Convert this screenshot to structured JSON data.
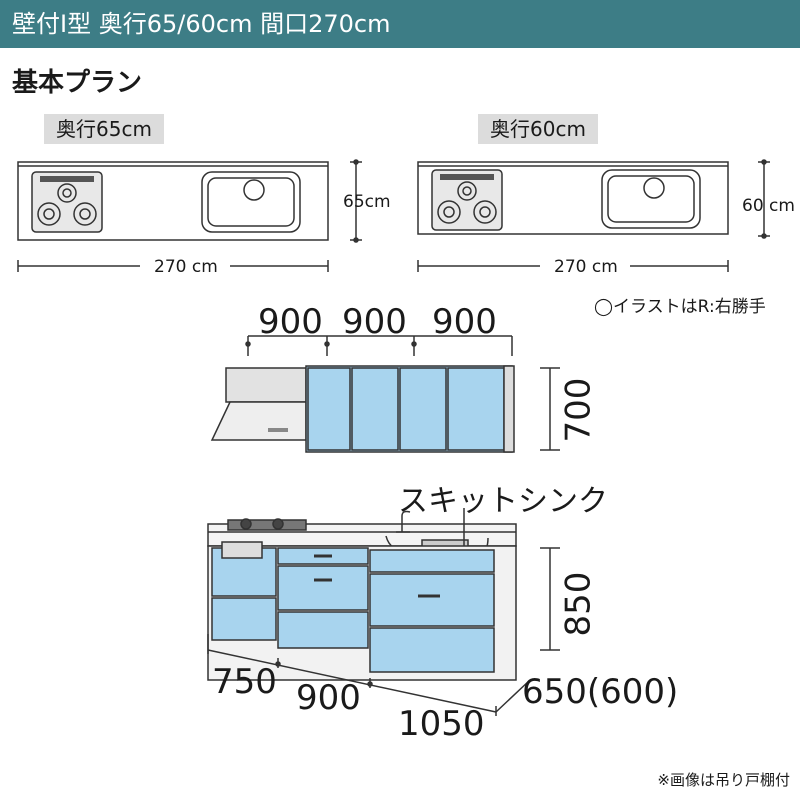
{
  "header": {
    "title": "壁付I型 奥行65/60cm 間口270cm"
  },
  "plan": {
    "section_title": "基本プラン",
    "left": {
      "depth_label": "奥行65cm",
      "depth_dim": "65cm",
      "width_dim": "270",
      "width_unit": "cm"
    },
    "right": {
      "depth_label": "奥行60cm",
      "depth_dim": "60",
      "depth_unit": "cm",
      "width_dim": "270",
      "width_unit": "cm"
    },
    "illustration_note": "◯イラストはR:右勝手"
  },
  "elevation": {
    "wall_cabinet_widths": [
      "900",
      "900",
      "900"
    ],
    "wall_cabinet_height": "700",
    "sink_label": "スキットシンク",
    "base_height": "850",
    "base_widths": [
      "750",
      "900",
      "1050"
    ],
    "base_depth": "650(600)"
  },
  "footer": {
    "note": "※画像は吊り戸棚付"
  },
  "colors": {
    "header_bg": "#3d7d86",
    "cabinet_blue": "#a8d4ee",
    "tag_bg": "#dcdcdc"
  }
}
